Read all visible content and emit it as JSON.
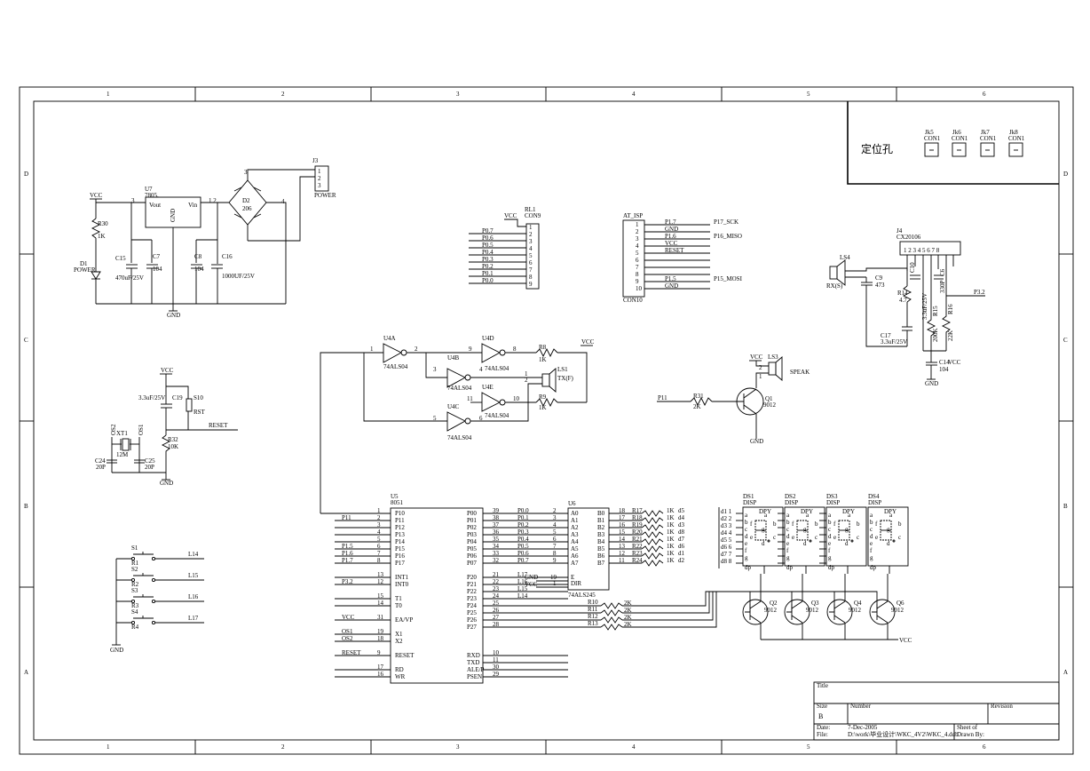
{
  "frame": {
    "col_labels": [
      "1",
      "2",
      "3",
      "4",
      "5",
      "6"
    ],
    "row_labels": [
      "D",
      "C",
      "B",
      "A"
    ]
  },
  "locator": {
    "label": "定位孔",
    "holes": [
      {
        "ref": "Jk5",
        "type": "CON1"
      },
      {
        "ref": "Jk6",
        "type": "CON1"
      },
      {
        "ref": "Jk7",
        "type": "CON1"
      },
      {
        "ref": "Jk8",
        "type": "CON1"
      }
    ]
  },
  "power": {
    "vcc": "VCC",
    "gnd": "GND",
    "u7_ref": "U7",
    "u7_part": "7805.",
    "u7_vout": "Vout",
    "u7_vin": "Vin",
    "u7_gnd": "GND",
    "j3_ref": "J3",
    "j3_name": "POWER",
    "d2_ref": "D2",
    "d2_part": "206",
    "r30_ref": "R30",
    "r30_val": "1K",
    "d1_ref": "D1",
    "d1_name": "POWER",
    "c15_ref": "C15",
    "c15_val": "470uF/25V",
    "c7_ref": "C7",
    "c7_val": "104",
    "c8_ref": "C8",
    "c8_val": "104",
    "c16_ref": "C16",
    "c16_val": "1000UF/25V"
  },
  "rl1": {
    "ref": "RL1",
    "type": "CON9",
    "vcc": "VCC",
    "nets": [
      "P0.7",
      "P0.6",
      "P0.5",
      "P0.4",
      "P0.3",
      "P0.2",
      "P0.1",
      "P0.0"
    ]
  },
  "isp": {
    "ref": "AT_ISP",
    "type": "CON10",
    "pins": [
      {
        "n": "1",
        "net": "P1.7",
        "ext": "P17_SCK"
      },
      {
        "n": "2",
        "net": "GND",
        "ext": ""
      },
      {
        "n": "3",
        "net": "P1.6",
        "ext": "P16_MISO"
      },
      {
        "n": "4",
        "net": "VCC",
        "ext": ""
      },
      {
        "n": "5",
        "net": "RESET",
        "ext": ""
      },
      {
        "n": "6",
        "net": "",
        "ext": ""
      },
      {
        "n": "7",
        "net": "",
        "ext": ""
      },
      {
        "n": "8",
        "net": "",
        "ext": ""
      },
      {
        "n": "9",
        "net": "P1.5",
        "ext": "P15_MOSI"
      },
      {
        "n": "10",
        "net": "GND",
        "ext": ""
      }
    ]
  },
  "rs485": {
    "j4_ref": "J4",
    "j4_part": "CX20106",
    "ls4_ref": "LS4",
    "ls4_name": "RX(S)",
    "c9_ref": "C9",
    "c9_val": "473",
    "r14_ref": "R14",
    "r14_val": "4.7",
    "c17_ref": "C17",
    "c17_val": "3.3uF/25V",
    "c18_ref": "C14",
    "c18_val": "104",
    "r15_ref": "R15",
    "r15_val": "200K",
    "r16_ref": "R16",
    "r16_val": "22K",
    "c10_ref": "C10",
    "c10_val": "3.3uF/25V",
    "c6_ref": "C6",
    "c6_val": "330P",
    "p32": "P3.2",
    "vcc": "VCC",
    "gnd": "GND"
  },
  "inverters": {
    "u4a": "U4A",
    "u4b": "U4B",
    "u4c": "U4C",
    "u4d": "U4D",
    "u4e": "U4E",
    "part": "74ALS04",
    "r8": "R8",
    "r8_val": "1K",
    "r9": "R9",
    "r9_val": "1K",
    "ls1": "LS1",
    "ls1_name": "TX(F)",
    "vcc": "VCC",
    "pins": {
      "a1": "1",
      "a2": "2",
      "b3": "3",
      "b4": "4",
      "c5": "5",
      "c6": "6",
      "d9": "9",
      "d8": "8",
      "e11": "11",
      "e10": "10",
      "ls1_1": "1",
      "ls1_2": "2"
    }
  },
  "speaker": {
    "vcc": "VCC",
    "ls3": "LS3",
    "name": "SPEAK",
    "q1": "Q1",
    "q1_part": "9012",
    "r31": "R31",
    "r31_val": "2K",
    "p11": "P11",
    "gnd": "GND"
  },
  "reset": {
    "vcc": "VCC",
    "c19_ref": "C19",
    "c19_val": "3.3uF/25V",
    "s10_ref": "S10",
    "s10_name": "RST",
    "r32_ref": "R32",
    "r32_val": "10K",
    "net": "RESET",
    "xt1_ref": "XT1",
    "xt1_val": "12M",
    "os1": "OS1",
    "os2": "OS2",
    "c24_ref": "C24",
    "c24_val": "20P",
    "c25_ref": "C25",
    "c25_val": "20P",
    "gnd": "GND"
  },
  "mcu": {
    "ref": "U5",
    "part": "8051",
    "left": [
      {
        "n": "1",
        "name": "P10",
        "net": ""
      },
      {
        "n": "2",
        "name": "P11",
        "net": "P11"
      },
      {
        "n": "3",
        "name": "P12",
        "net": ""
      },
      {
        "n": "4",
        "name": "P13",
        "net": ""
      },
      {
        "n": "5",
        "name": "P14",
        "net": ""
      },
      {
        "n": "6",
        "name": "P15",
        "net": "P1.5"
      },
      {
        "n": "7",
        "name": "P16",
        "net": "P1.6"
      },
      {
        "n": "8",
        "name": "P17",
        "net": "P1.7"
      },
      {
        "n": "13",
        "name": "INT1",
        "net": ""
      },
      {
        "n": "12",
        "name": "INT0",
        "net": "P3.2"
      },
      {
        "n": "15",
        "name": "T1",
        "net": ""
      },
      {
        "n": "14",
        "name": "T0",
        "net": ""
      },
      {
        "n": "31",
        "name": "EA/VP",
        "net": "VCC"
      },
      {
        "n": "19",
        "name": "X1",
        "net": "OS1"
      },
      {
        "n": "18",
        "name": "X2",
        "net": "OS2"
      },
      {
        "n": "9",
        "name": "RESET",
        "net": "RESET"
      },
      {
        "n": "17",
        "name": "RD",
        "net": ""
      },
      {
        "n": "16",
        "name": "WR",
        "net": ""
      }
    ],
    "right": [
      {
        "n": "39",
        "name": "P00",
        "net": "P0.0"
      },
      {
        "n": "38",
        "name": "P01",
        "net": "P0.1"
      },
      {
        "n": "37",
        "name": "P02",
        "net": "P0.2"
      },
      {
        "n": "36",
        "name": "P03",
        "net": "P0.3"
      },
      {
        "n": "35",
        "name": "P04",
        "net": "P0.4"
      },
      {
        "n": "34",
        "name": "P05",
        "net": "P0.5"
      },
      {
        "n": "33",
        "name": "P06",
        "net": "P0.6"
      },
      {
        "n": "32",
        "name": "P07",
        "net": "P0.7"
      },
      {
        "n": "21",
        "name": "P20",
        "net": "L17"
      },
      {
        "n": "22",
        "name": "P21",
        "net": "L16"
      },
      {
        "n": "23",
        "name": "P22",
        "net": "L15"
      },
      {
        "n": "24",
        "name": "P23",
        "net": "L14"
      },
      {
        "n": "25",
        "name": "P24",
        "net": ""
      },
      {
        "n": "26",
        "name": "P25",
        "net": ""
      },
      {
        "n": "27",
        "name": "P26",
        "net": ""
      },
      {
        "n": "28",
        "name": "P27",
        "net": ""
      },
      {
        "n": "10",
        "name": "RXD",
        "net": ""
      },
      {
        "n": "11",
        "name": "TXD",
        "net": ""
      },
      {
        "n": "30",
        "name": "ALE/P",
        "net": ""
      },
      {
        "n": "29",
        "name": "PSEN",
        "net": ""
      }
    ]
  },
  "buffer": {
    "ref": "U6",
    "part": "74ALS245",
    "a": [
      {
        "n": "2",
        "name": "A0"
      },
      {
        "n": "3",
        "name": "A1"
      },
      {
        "n": "4",
        "name": "A2"
      },
      {
        "n": "5",
        "name": "A3"
      },
      {
        "n": "6",
        "name": "A4"
      },
      {
        "n": "7",
        "name": "A5"
      },
      {
        "n": "8",
        "name": "A6"
      },
      {
        "n": "9",
        "name": "A7"
      }
    ],
    "b": [
      {
        "n": "18",
        "name": "B0"
      },
      {
        "n": "17",
        "name": "B1"
      },
      {
        "n": "16",
        "name": "B2"
      },
      {
        "n": "15",
        "name": "B3"
      },
      {
        "n": "14",
        "name": "B4"
      },
      {
        "n": "13",
        "name": "B5"
      },
      {
        "n": "12",
        "name": "B6"
      },
      {
        "n": "11",
        "name": "B7"
      }
    ],
    "oe": "E",
    "oe_pin": "19",
    "dir": "DIR",
    "dir_pin": "1",
    "gnd": "GND",
    "vcc": "VCC"
  },
  "seg_resistors": [
    {
      "ref": "R17",
      "val": "1K",
      "net": "d5"
    },
    {
      "ref": "R18",
      "val": "1K",
      "net": "d4"
    },
    {
      "ref": "R19",
      "val": "1K",
      "net": "d3"
    },
    {
      "ref": "R20",
      "val": "1K",
      "net": "d8"
    },
    {
      "ref": "R21",
      "val": "1K",
      "net": "d7"
    },
    {
      "ref": "R22",
      "val": "1K",
      "net": "d6"
    },
    {
      "ref": "R23",
      "val": "1K",
      "net": "d1"
    },
    {
      "ref": "R24",
      "val": "1K",
      "net": "d2"
    }
  ],
  "displays": [
    {
      "ref": "DS1",
      "type": "DISP",
      "dp": "DPY"
    },
    {
      "ref": "DS2",
      "type": "DISP",
      "dp": "DPY"
    },
    {
      "ref": "DS3",
      "type": "DISP",
      "dp": "DPY"
    },
    {
      "ref": "DS4",
      "type": "DISP",
      "dp": "DPY"
    }
  ],
  "seg_nets": [
    "d1 1",
    "d2 2",
    "d3 3",
    "d4 4",
    "d5 5",
    "d6 6",
    "d7 7",
    "d8 8"
  ],
  "seg_letters": [
    "a",
    "b",
    "c",
    "d",
    "e",
    "f",
    "g",
    "dp"
  ],
  "drivers": {
    "resistors": [
      {
        "ref": "R10",
        "val": "2K"
      },
      {
        "ref": "R11",
        "val": "2K"
      },
      {
        "ref": "R12",
        "val": "2K"
      },
      {
        "ref": "R13",
        "val": "2K"
      }
    ],
    "transistors": [
      {
        "ref": "Q2",
        "part": "9012"
      },
      {
        "ref": "Q3",
        "part": "9012"
      },
      {
        "ref": "Q4",
        "part": "9012"
      },
      {
        "ref": "Q6",
        "part": "9012"
      }
    ],
    "vcc": "VCC"
  },
  "keys": {
    "items": [
      {
        "s": "S1",
        "r": "R1",
        "net": "L14"
      },
      {
        "s": "S2",
        "r": "R2",
        "net": "L15"
      },
      {
        "s": "S3",
        "r": "R3",
        "net": "L16"
      },
      {
        "s": "S4",
        "r": "R4",
        "net": "L17"
      }
    ],
    "gnd": "GND"
  },
  "title_block": {
    "title_label": "Title",
    "size_label": "Size",
    "size_val": "B",
    "number_label": "Number",
    "revision_label": "Revision",
    "date_label": "Date:",
    "date_val": "7-Dec-2005",
    "file_label": "File:",
    "file_val": "D:\\work\\毕业设计\\WKC_4V2\\WKC_4.ddb",
    "sheet_label": "Sheet    of",
    "drawn_label": "Drawn By:"
  }
}
